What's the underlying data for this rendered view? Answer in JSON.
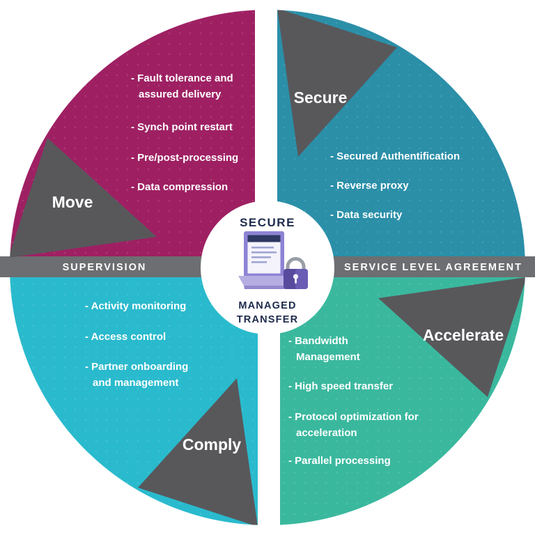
{
  "colors": {
    "move": "#9E2063",
    "secure": "#2B8FA8",
    "comply": "#2ABACD",
    "accelerate": "#3AB89E",
    "wedge": "#58585B",
    "bar": "#6D6E71",
    "center_text": "#1D2A4C",
    "background": "#FFFFFF"
  },
  "bar": {
    "left": "SUPERVISION",
    "right": "SERVICE LEVEL AGREEMENT"
  },
  "center": {
    "top": "SECURE",
    "bottom1": "MANAGED",
    "bottom2": "TRANSFER",
    "icon": "laptop-with-padlock"
  },
  "quadrants": {
    "move": {
      "label": "Move",
      "lines": [
        "- Fault tolerance and",
        "assured delivery",
        "- Synch point restart",
        "- Pre/post-processing",
        "- Data compression"
      ]
    },
    "secure": {
      "label": "Secure",
      "lines": [
        "- Secured Authentification",
        "- Reverse proxy",
        "- Data security"
      ]
    },
    "comply": {
      "label": "Comply",
      "lines": [
        "- Activity monitoring",
        "- Access control",
        "- Partner onboarding",
        "and management"
      ]
    },
    "accelerate": {
      "label": "Accelerate",
      "lines": [
        "- Bandwidth",
        "Management",
        "- High speed transfer",
        "- Protocol optimization for",
        "acceleration",
        "- Parallel processing"
      ]
    }
  }
}
